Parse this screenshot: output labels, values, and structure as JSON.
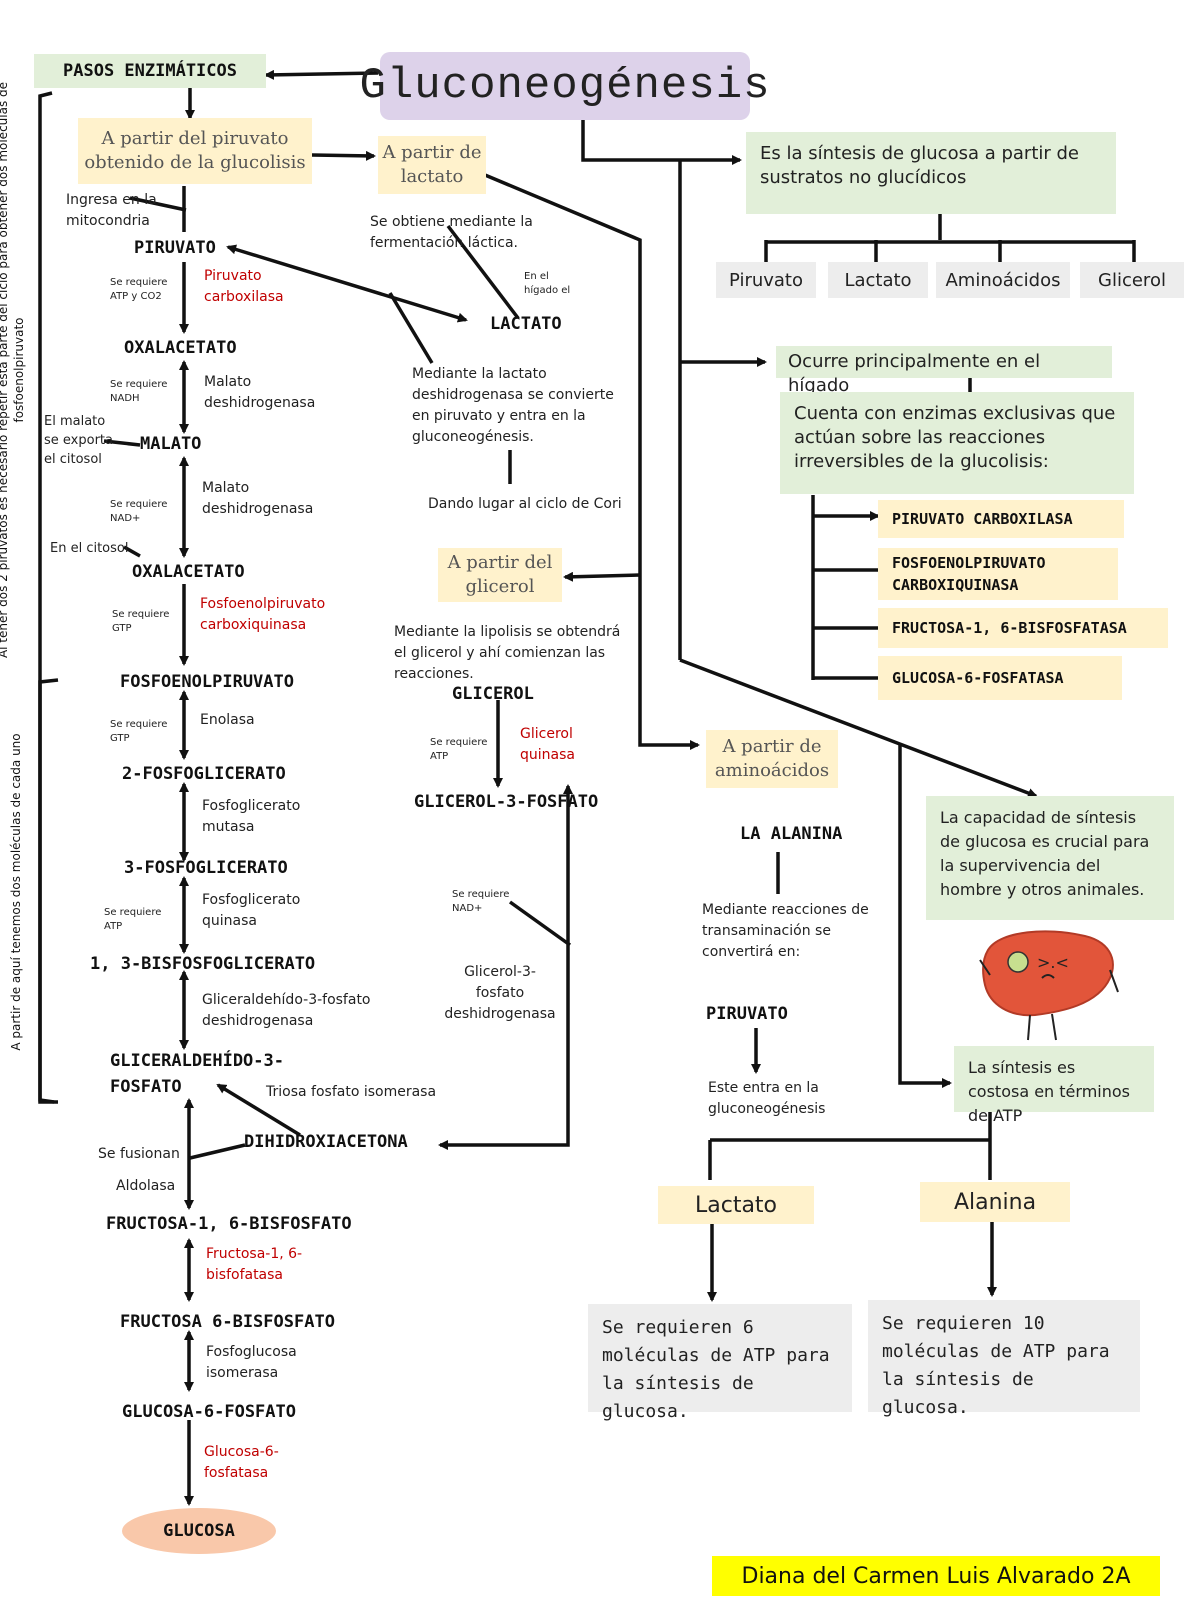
{
  "title": "Gluconeogénesis",
  "pasos": "PASOS ENZIMÁTICOS",
  "start_piruvato": "A partir del piruvato obtenido de la glucolisis",
  "start_lactato": "A partir de lactato",
  "start_glicerol": "A partir del glicerol",
  "start_aminoacidos": "A partir de aminoácidos",
  "definition": "Es la síntesis de glucosa a partir de sustratos no glucídicos",
  "substrates": [
    "Piruvato",
    "Lactato",
    "Aminoácidos",
    "Glicerol"
  ],
  "higado": "Ocurre principalmente en el hígado",
  "enzimas_intro": "Cuenta con enzimas exclusivas que actúan sobre las reacciones irreversibles de la glucolisis:",
  "enzimas": [
    "PIRUVATO CARBOXILASA",
    "FOSFOENOLPIRUVATO CARBOXIQUINASA",
    "FRUCTOSA-1, 6-BISFOSFATASA",
    "GLUCOSA-6-FOSFATASA"
  ],
  "capacidad": "La capacidad de síntesis de glucosa es crucial para la supervivencia del hombre y otros animales.",
  "costosa": "La síntesis es costosa en términos de ATP",
  "cost_lactato": "Lactato",
  "cost_alanina": "Alanina",
  "cost_lactato_text": "Se requieren 6 moléculas de ATP para la síntesis de glucosa.",
  "cost_alanina_text": "Se requieren 10 moléculas de ATP para la síntesis de glucosa.",
  "author": "Diana del Carmen Luis Alvarado 2A",
  "side_top": "Al tener dos 2 piruvatos es necesario repetir esta parte del ciclo para obtener dos moléculas de fosfoenolpiruvato",
  "side_bottom": "A partir de aquí tenemos dos moléculas de cada uno",
  "pathway": {
    "ingresa": "Ingresa en la mitocondria",
    "piruvato": "PIRUVATO",
    "req_atp_co2": "Se requiere ATP y CO2",
    "piruvato_carboxilasa": "Piruvato carboxilasa",
    "oxalacetato1": "OXALACETATO",
    "req_nadh1": "Se requiere NADH",
    "malato_dh1": "Malato deshidrogenasa",
    "malato_exporta": "El malato se exporta el citosol",
    "malato": "MALATO",
    "req_nadh2": "Se requiere NAD+",
    "malato_dh2": "Malato deshidrogenasa",
    "en_citosol": "En el citosol",
    "oxalacetato2": "OXALACETATO",
    "req_gtp1": "Se requiere GTP",
    "pepck": "Fosfoenolpiruvato carboxiquinasa",
    "fosfoenolpiruvato": "FOSFOENOLPIRUVATO",
    "req_gtp2": "Se requiere GTP",
    "enolasa": "Enolasa",
    "fosfoglicerato2": "2-FOSFOGLICERATO",
    "fosfoglicerato_mutasa": "Fosfoglicerato mutasa",
    "fosfoglicerato3": "3-FOSFOGLICERATO",
    "req_atp": "Se requiere ATP",
    "fosfoglicerato_quinasa": "Fosfoglicerato quinasa",
    "bisfosfoglicerato": "1, 3-BISFOSFOGLICERATO",
    "g3p_dh": "Gliceraldehído-3-fosfato deshidrogenasa",
    "gliceraldehido": "GLICERALDEHÍDO-3-FOSFATO",
    "triosa": "Triosa fosfato isomerasa",
    "dihidroxiacetona": "DIHIDROXIACETONA",
    "se_fusionan": "Se fusionan",
    "aldolasa": "Aldolasa",
    "fructosa16": "FRUCTOSA-1, 6-BISFOSFATO",
    "fructosa_bisfosfatasa": "Fructosa-1, 6-bisfofatasa",
    "fructosa6": "FRUCTOSA 6-BISFOSFATO",
    "fosfoglucosa": "Fosfoglucosa isomerasa",
    "glucosa6p": "GLUCOSA-6-FOSFATO",
    "glucosa6fosfatasa": "Glucosa-6-fosfatasa",
    "glucosa": "GLUCOSA"
  },
  "lactato_branch": {
    "obtiene": "Se obtiene mediante la fermentación láctica.",
    "en_higado": "En el hígado el",
    "lactato": "LACTATO",
    "mediante": "Mediante la lactato deshidrogenasa se convierte en piruvato y entra en la gluconeogénesis.",
    "cori": "Dando lugar al ciclo de Cori"
  },
  "glicerol_branch": {
    "lipolisis": "Mediante la lipolisis se obtendrá el glicerol y ahí comienzan las reacciones.",
    "glicerol": "GLICEROL",
    "req_atp": "Se requiere ATP",
    "glicerol_quinasa": "Glicerol quinasa",
    "glicerol3p": "GLICEROL-3-FOSFATO",
    "req_nad": "Se requiere NAD+",
    "g3p_dh": "Glicerol-3-fosfato deshidrogenasa"
  },
  "amino_branch": {
    "alanina": "LA ALANINA",
    "transaminacion": "Mediante reacciones de transaminación se convertirá en:",
    "piruvato": "PIRUVATO",
    "entra": "Este entra en la gluconeogénesis"
  },
  "colors": {
    "title_bg": "#ddd2ea",
    "green": "#e2efd9",
    "yellow": "#fff2cc",
    "grey": "#ededed",
    "red": "#c00000",
    "glucosa": "#f9c8aa",
    "author": "#ffff00"
  }
}
